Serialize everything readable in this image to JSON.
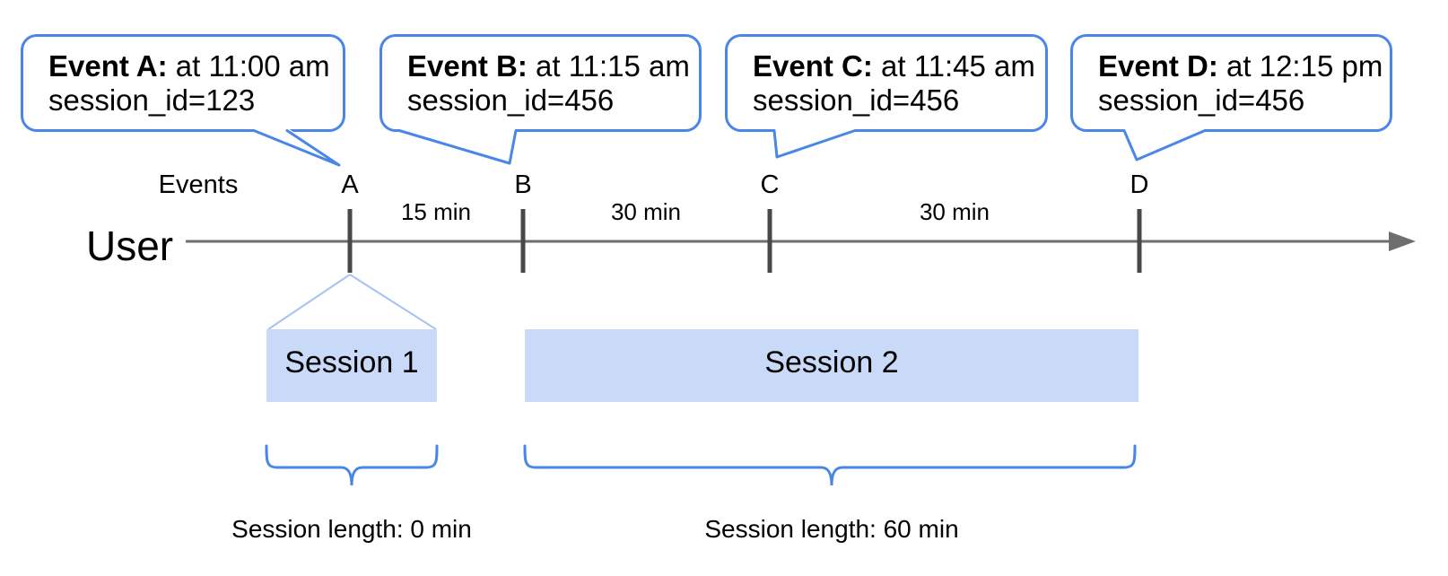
{
  "diagram": {
    "events_axis_label": "Events",
    "user_label": "User",
    "callouts": [
      {
        "marker": "A",
        "title": "Event A:",
        "time": " at 11:00 am",
        "session_line": "session_id=123"
      },
      {
        "marker": "B",
        "title": "Event B:",
        "time": " at 11:15 am",
        "session_line": "session_id=456"
      },
      {
        "marker": "C",
        "title": "Event C:",
        "time": " at 11:45 am",
        "session_line": "session_id=456"
      },
      {
        "marker": "D",
        "title": "Event D:",
        "time": " at 12:15 pm",
        "session_line": "session_id=456"
      }
    ],
    "intervals": [
      "15 min",
      "30 min",
      "30 min"
    ],
    "sessions": [
      {
        "label": "Session 1",
        "length_label": "Session length: 0 min"
      },
      {
        "label": "Session 2",
        "length_label": "Session length: 60 min"
      }
    ],
    "colors": {
      "accent_blue": "#4a86e8",
      "session_fill": "#c9daf8",
      "cone_blue": "#a5c3f3",
      "timeline_gray": "#6e6e6e",
      "tick_gray": "#484848",
      "text": "#000000"
    }
  }
}
